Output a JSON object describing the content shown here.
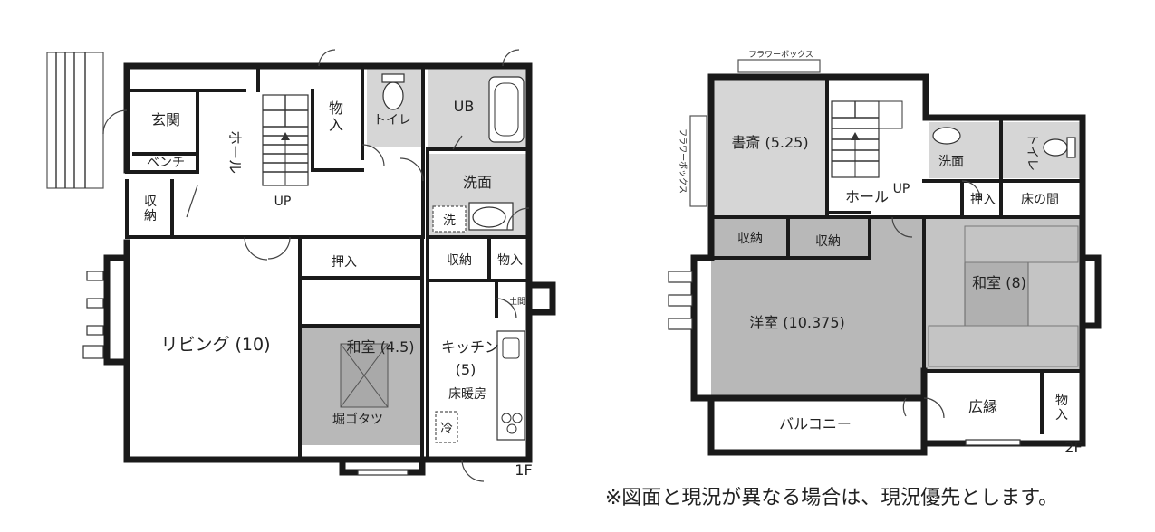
{
  "floor1": {
    "floor_label": "1F",
    "rooms": {
      "genkan": "玄関",
      "bench": "ベンチ",
      "hall": "ホール",
      "storage_mono": "物\n入",
      "toilet": "トイレ",
      "ub": "UB",
      "senmen": "洗面",
      "sen": "洗",
      "shuno_left": "収\n納",
      "up": "UP",
      "oshiire": "押入",
      "shuno": "収納",
      "mono": "物入",
      "doma": "土間",
      "living": "リビング (10)",
      "washitsu": "和室 (4.5)",
      "horigotatsu": "堀ゴタツ",
      "kitchen": "キッチン",
      "kitchen_size": "(5)",
      "floor_heating": "床暖房",
      "rei": "冷"
    }
  },
  "floor2": {
    "floor_label": "2F",
    "rooms": {
      "flower_box_top": "フラワーボックス",
      "flower_box_side": "フラワーボックス",
      "shosai": "書斎 (5.25)",
      "senmen": "洗面",
      "toilet": "トイレ",
      "hall": "ホール",
      "up": "UP",
      "oshiire": "押入",
      "tokonoma": "床の間",
      "shuno_a": "収納",
      "shuno_b": "収納",
      "washitsu": "和室 (8)",
      "yoshitsu": "洋室 (10.375)",
      "hiroen": "広縁",
      "mono": "物\n入",
      "balcony": "バルコニー"
    }
  },
  "notice": "※図面と現況が異なる場合は、現況優先とします。"
}
